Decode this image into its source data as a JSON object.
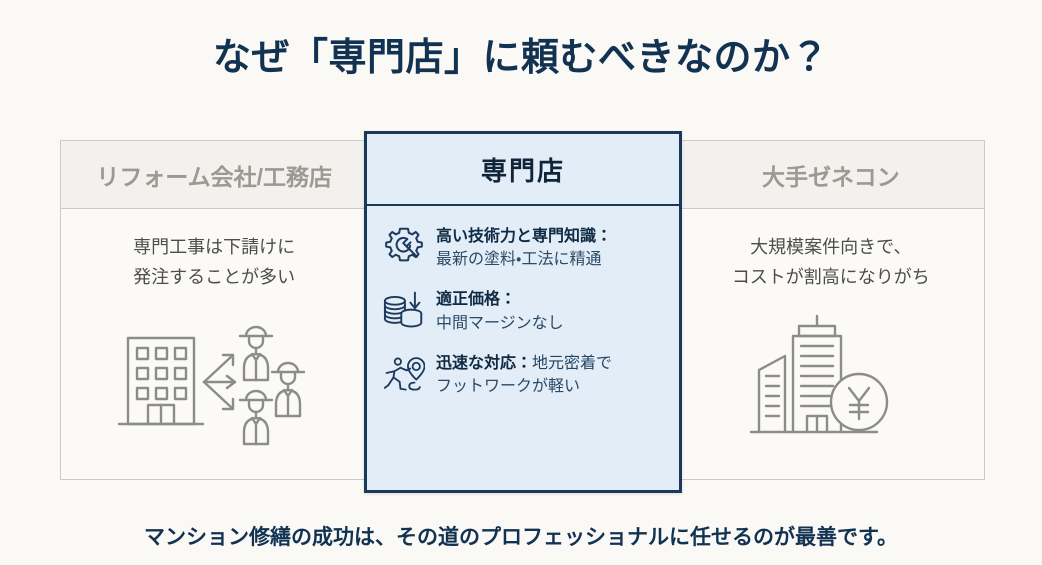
{
  "title": "なぜ「専門店」に頼むべきなのか？",
  "columns": {
    "left": {
      "header": "リフォーム会社/工務店",
      "body_line1": "専門工事は下請けに",
      "body_line2": "発注することが多い",
      "icon_name": "building-subcontractors-icon"
    },
    "center": {
      "header": "専門店",
      "features": [
        {
          "icon_name": "gear-wrench-icon",
          "label": "高い技術力と専門知識：",
          "detail": "",
          "line2": "最新の塗料・工法に精通"
        },
        {
          "icon_name": "coin-stack-down-arrow-icon",
          "label": "適正価格：",
          "detail": "",
          "line2": "中間マージンなし"
        },
        {
          "icon_name": "runner-map-pin-icon",
          "label": "迅速な対応：",
          "detail": "地元密着で",
          "line2": "フットワークが軽い"
        }
      ]
    },
    "right": {
      "header": "大手ゼネコン",
      "body_line1": "大規模案件向きで、",
      "body_line2": "コストが割高になりがち",
      "icon_name": "skyscraper-yen-icon"
    }
  },
  "footer": "マンション修繕の成功は、その道のプロフェッショナルに任せるのが最善です。",
  "colors": {
    "background": "#faf9f6",
    "title_navy": "#123252",
    "panel_border_navy": "#1b3a5b",
    "panel_fill_blue": "#e2edf8",
    "header_gray_text": "#9a9a93",
    "icon_gray": "#8d8d87",
    "icon_navy": "#1d3a5c"
  }
}
